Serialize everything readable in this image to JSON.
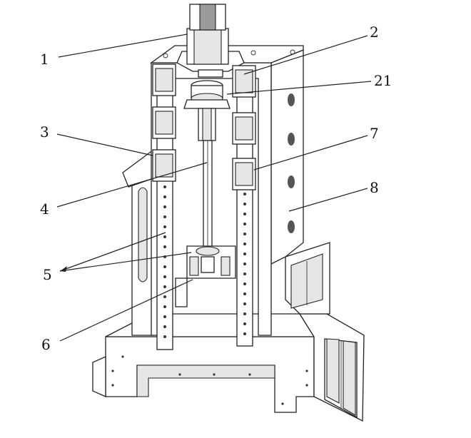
{
  "labels": [
    {
      "id": "1",
      "text": "1"
    },
    {
      "id": "2",
      "text": "2"
    },
    {
      "id": "21",
      "text": "21"
    },
    {
      "id": "3",
      "text": "3"
    },
    {
      "id": "7",
      "text": "7"
    },
    {
      "id": "8",
      "text": "8"
    },
    {
      "id": "4",
      "text": "4"
    },
    {
      "id": "5",
      "text": "5"
    },
    {
      "id": "6",
      "text": "6"
    }
  ]
}
